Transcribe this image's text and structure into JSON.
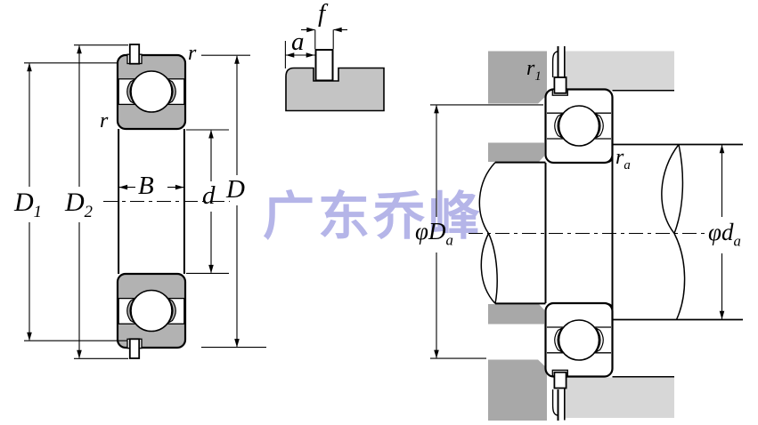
{
  "watermark": {
    "text": "广东乔峰",
    "color": "#b5b5e8"
  },
  "labels": {
    "D1": {
      "base": "D",
      "sub": "1"
    },
    "D2": {
      "base": "D",
      "sub": "2"
    },
    "r_top": {
      "base": "r"
    },
    "r_side": {
      "base": "r"
    },
    "B": {
      "base": "B"
    },
    "d": {
      "base": "d"
    },
    "D": {
      "base": "D"
    },
    "a": {
      "base": "a"
    },
    "f": {
      "base": "f"
    },
    "r1": {
      "base": "r",
      "sub": "1"
    },
    "ra": {
      "base": "r",
      "sub": "a"
    },
    "phiDa": {
      "prefix": "φ",
      "base": "D",
      "sub": "a"
    },
    "phida": {
      "prefix": "φ",
      "base": "d",
      "sub": "a"
    }
  },
  "colors": {
    "ring_gray": "#b2b2b2",
    "detail_gray": "#c4c4c4",
    "housing_dark": "#a8a8a8",
    "housing_light": "#d7d7d7",
    "outline": "#000000",
    "watermark": "#b5b5e8"
  }
}
